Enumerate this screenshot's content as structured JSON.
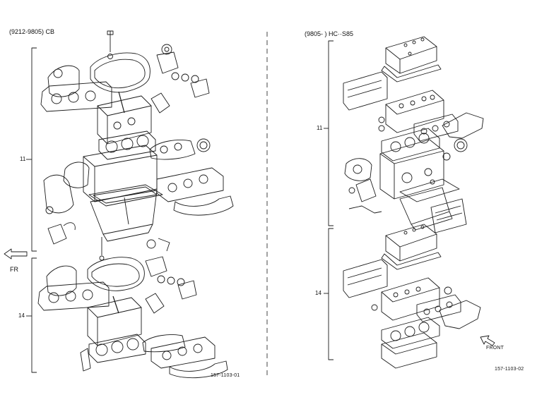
{
  "left_panel": {
    "header": "(9212-9805) CB",
    "groups": [
      {
        "ref": "11"
      },
      {
        "ref": "14"
      }
    ],
    "direction_label": "FR",
    "figure_code": "157-1103-01"
  },
  "right_panel": {
    "header": "(9805-       ) HC··S85",
    "groups": [
      {
        "ref": "11"
      },
      {
        "ref": "14"
      }
    ],
    "direction_label": "FRONT",
    "figure_code": "157-1103-02"
  }
}
